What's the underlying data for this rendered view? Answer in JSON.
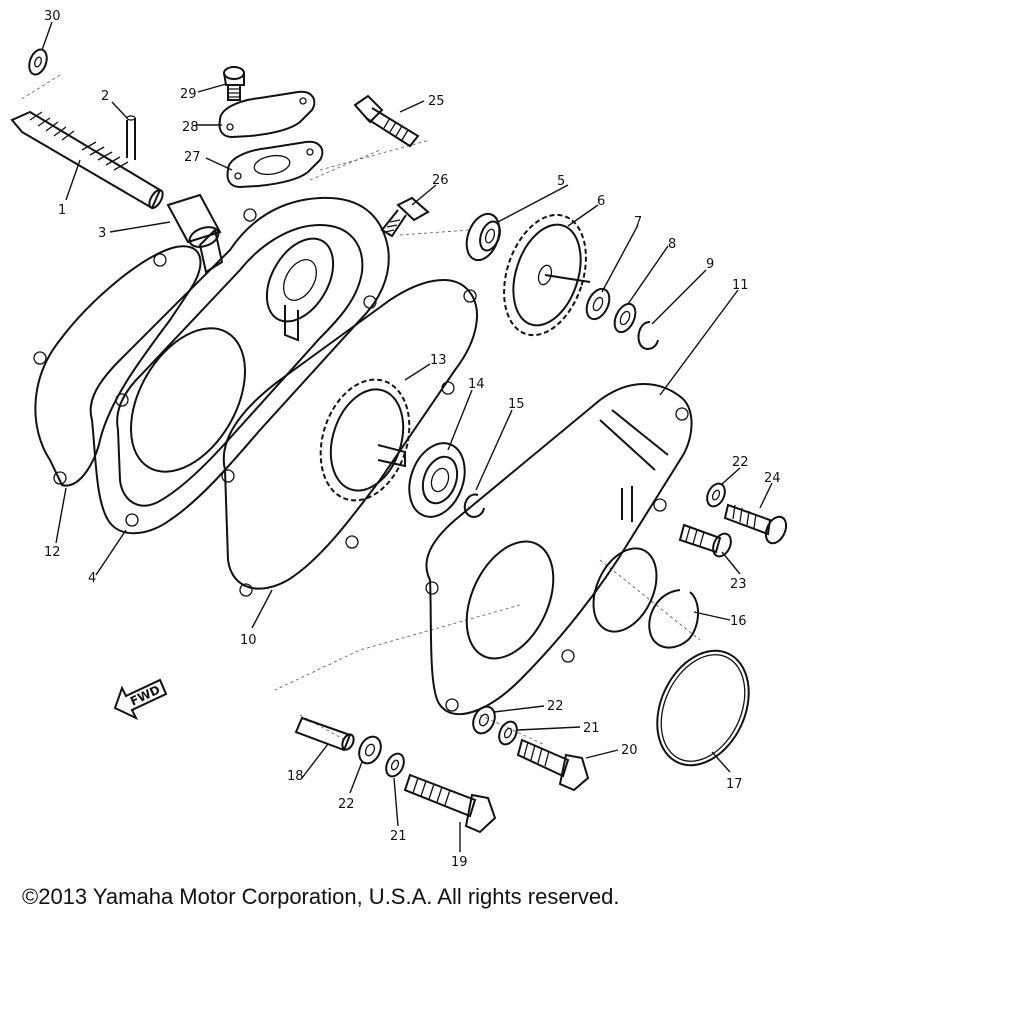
{
  "callouts": {
    "p1": "1",
    "p2": "2",
    "p3": "3",
    "p4": "4",
    "p5": "5",
    "p6": "6",
    "p7": "7",
    "p8": "8",
    "p9": "9",
    "p10": "10",
    "p11": "11",
    "p12": "12",
    "p13": "13",
    "p14": "14",
    "p15": "15",
    "p16": "16",
    "p17": "17",
    "p18": "18",
    "p19": "19",
    "p20": "20",
    "p21a": "21",
    "p21b": "21",
    "p22a": "22",
    "p22b": "22",
    "p22c": "22",
    "p23": "23",
    "p24": "24",
    "p25": "25",
    "p26": "26",
    "p27": "27",
    "p28": "28",
    "p29": "29",
    "p30": "30"
  },
  "direction_marker": "FWD",
  "copyright": "©2013 Yamaha Motor Corporation, U.S.A. All rights reserved."
}
